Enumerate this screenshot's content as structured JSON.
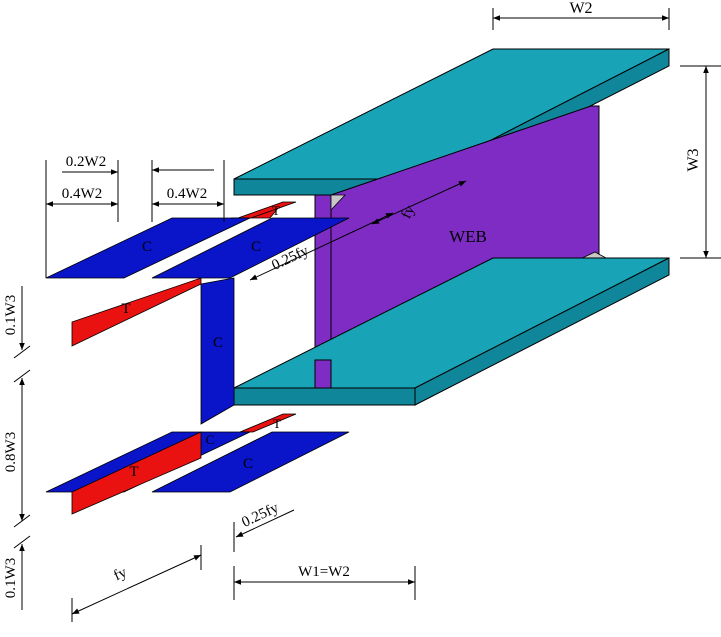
{
  "colors": {
    "flange_top": "#19a3b7",
    "flange_side": "#0f8699",
    "web": "#7e2cc4",
    "fillet": "#c8c8c8",
    "compression": "#0a14c8",
    "tension": "#ea1111",
    "outline": "#000000"
  },
  "labels": {
    "web": "WEB",
    "compression": "C",
    "tension": "T"
  },
  "dimensions": {
    "w2": "W2",
    "w3": "W3",
    "w1_eq_w2": "W1=W2",
    "fy_top": "fy",
    "fy_025_top": "0.25fy",
    "fy_025_bottom": "0.25fy",
    "fy_bottom": "fy",
    "w2_02": "0.2W2",
    "w2_04_left": "0.4W2",
    "w2_04_right": "0.4W2",
    "w3_01_top": "0.1W3",
    "w3_08": "0.8W3",
    "w3_01_bottom": "0.1W3"
  }
}
